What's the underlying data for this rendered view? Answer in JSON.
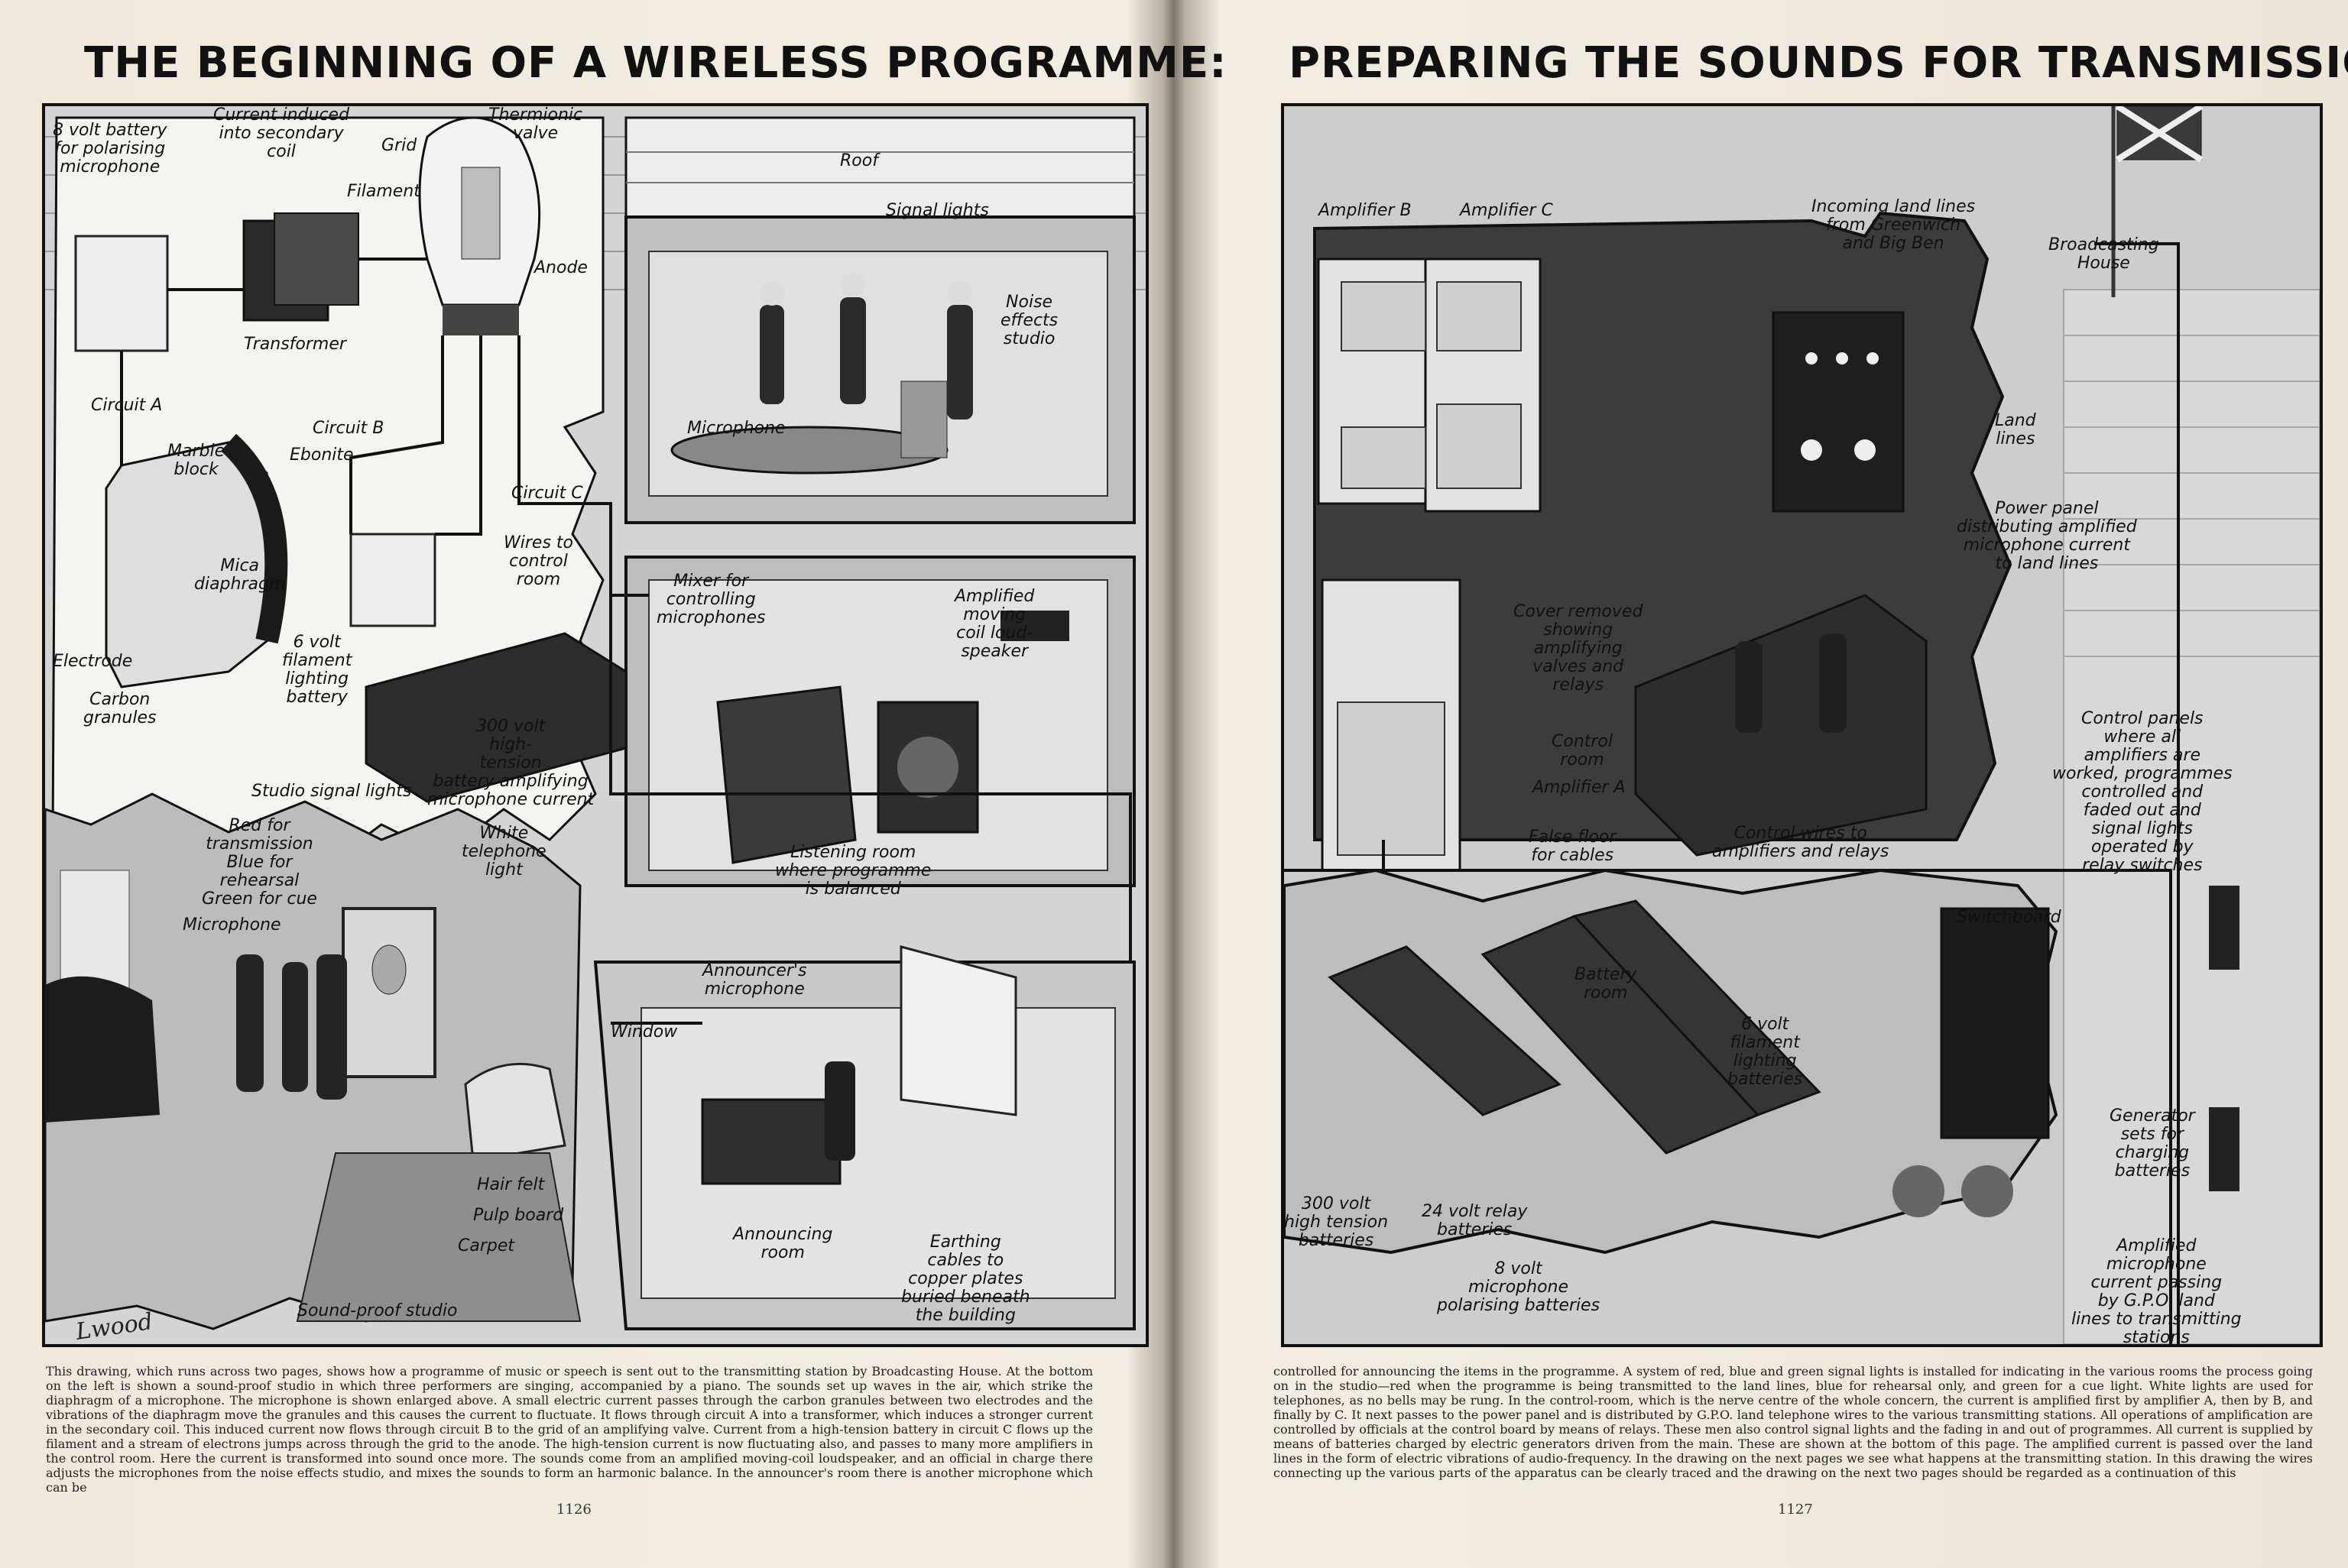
{
  "left_page": {
    "title": "THE BEGINNING OF A WIRELESS PROGRAMME:",
    "page_number": "1126",
    "caption": "This drawing, which runs across two pages, shows how a programme of music or speech is sent out to the transmitting station by Broadcasting House. At the bottom on the left is shown a sound-proof studio in which three performers are singing, accompanied by a piano. The sounds set up waves in the air, which strike the diaphragm of a microphone. The microphone is shown enlarged above. A small electric current passes through the carbon granules between two electrodes and the vibrations of the diaphragm move the granules and this causes the current to fluctuate. It flows through circuit A into a transformer, which induces a stronger current in the secondary coil. This induced current now flows through circuit B to the grid of an amplifying valve. Current from a high-tension battery in circuit C flows up the filament and a stream of electrons jumps across through the grid to the anode. The high-tension current is now fluctuating also, and passes to many more amplifiers in the control room. Here the current is transformed into sound once more. The sounds come from an amplified moving-coil loudspeaker, and an official in charge there adjusts the microphones from the noise effects studio, and mixes the sounds to form an harmonic balance. In the announcer's room there is another microphone which can be",
    "labels": {
      "battery": "8 volt battery\nfor polarising\nmicrophone",
      "current_induced": "Current induced\ninto secondary\ncoil",
      "grid": "Grid",
      "thermionic_valve": "Thermionic\nvalve",
      "filament": "Filament",
      "anode": "Anode",
      "transformer": "Transformer",
      "circuit_a": "Circuit A",
      "circuit_b": "Circuit B",
      "circuit_c": "Circuit C",
      "marble_block": "Marble\nblock",
      "ebonite": "Ebonite",
      "mica_diaphragm": "Mica\ndiaphragm",
      "electrode": "Electrode",
      "carbon_granules": "Carbon\ngranules",
      "filament_battery": "6 volt\nfilament\nlighting\nbattery",
      "wires_control": "Wires to\ncontrol\nroom",
      "ht_battery": "300 volt\nhigh-\ntension\nbattery amplifying\nmicrophone current",
      "studio_signal_lights": "Studio signal lights",
      "signal_colours": "Red for\ntransmission\nBlue for\nrehearsal\nGreen for cue",
      "white_light": "White\ntelephone\nlight",
      "microphone_studio": "Microphone",
      "roof": "Roof",
      "signal_lights": "Signal lights",
      "noise_effects": "Noise\neffects\nstudio",
      "microphone_effects": "Microphone",
      "mixer": "Mixer for\ncontrolling\nmicrophones",
      "loudspeaker": "Amplified\nmoving\ncoil loud-\nspeaker",
      "listening_room": "Listening room\nwhere programme\nis balanced",
      "announcers_mic": "Announcer's\nmicrophone",
      "window": "Window",
      "hair_felt": "Hair felt",
      "pulp_board": "Pulp board",
      "carpet": "Carpet",
      "announcing_room": "Announcing\nroom",
      "earthing": "Earthing\ncables to\ncopper plates\nburied beneath\nthe building",
      "sound_proof": "Sound-proof studio"
    },
    "signature": "Lwood"
  },
  "right_page": {
    "title": "PREPARING THE SOUNDS FOR TRANSMISSION",
    "page_number": "1127",
    "caption": "controlled for announcing the items in the programme. A system of red, blue and green signal lights is installed for indicating in the various rooms the process going on in the studio—red when the programme is being transmitted to the land lines, blue for rehearsal only, and green for a cue light. White lights are used for telephones, as no bells may be rung. In the control-room, which is the nerve centre of the whole concern, the current is amplified first by amplifier A, then by B, and finally by C. It next passes to the power panel and is distributed by G.P.O. land telephone wires to the various transmitting stations. All operations of amplification are controlled by officials at the control board by means of relays. These men also control signal lights and the fading in and out of programmes. All current is supplied by means of batteries charged by electric generators driven from the main. These are shown at the bottom of this page. The amplified current is passed over the land lines in the form of electric vibrations of audio-frequency. In the drawing on the next pages we see what happens at the transmitting station. In this drawing the wires connecting up the various parts of the apparatus can be clearly traced and the drawing on the next two pages should be regarded as a continuation of this",
    "labels": {
      "amp_b": "Amplifier B",
      "amp_c": "Amplifier C",
      "incoming": "Incoming land lines\nfrom Greenwich\nand Big Ben",
      "broadcasting_house": "Broadcasting\nHouse",
      "land_lines": "Land\nlines",
      "power_panel": "Power panel\ndistributing amplified\nmicrophone current\nto land lines",
      "cover_removed": "Cover removed\nshowing\namplifying\nvalves and\nrelays",
      "control_room": "Control\nroom",
      "amp_a": "Amplifier A",
      "false_floor": "False floor\nfor cables",
      "control_wires": "Control wires to\namplifiers and relays",
      "control_panels": "Control panels\nwhere all\namplifiers are\nworked, programmes\ncontrolled and\nfaded out and\nsignal lights\noperated by\nrelay switches",
      "switchboard": "Switchboard",
      "battery_room": "Battery\nroom",
      "filament_batteries": "6 volt\nfilament\nlighting\nbatteries",
      "generator": "Generator\nsets for\ncharging\nbatteries",
      "ht_batteries": "300 volt\nhigh tension\nbatteries",
      "relay_batteries": "24 volt relay\nbatteries",
      "polarising": "8 volt\nmicrophone\npolarising batteries",
      "amplified_current": "Amplified\nmicrophone\ncurrent passing\nby G.P.O. land\nlines to transmitting\nstations"
    }
  }
}
